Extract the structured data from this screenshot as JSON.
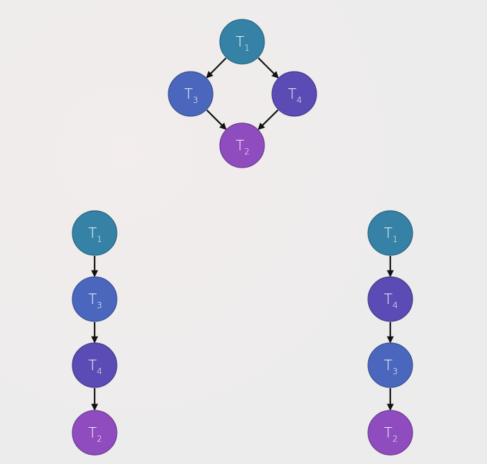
{
  "colors": {
    "T1": "#3582a6",
    "T3": "#4a67bd",
    "T4": "#5b4bb4",
    "T2": "#8e4cbe",
    "edge": "#111111"
  },
  "diagrams": [
    {
      "id": "precedence-graph",
      "nodes": [
        {
          "id": "t1",
          "letter": "T",
          "sub": "1",
          "color_key": "T1"
        },
        {
          "id": "t3",
          "letter": "T",
          "sub": "3",
          "color_key": "T3"
        },
        {
          "id": "t4",
          "letter": "T",
          "sub": "4",
          "color_key": "T4"
        },
        {
          "id": "t2",
          "letter": "T",
          "sub": "2",
          "color_key": "T2"
        }
      ],
      "edges": [
        {
          "from": "t1",
          "to": "t3"
        },
        {
          "from": "t1",
          "to": "t4"
        },
        {
          "from": "t3",
          "to": "t2"
        },
        {
          "from": "t4",
          "to": "t2"
        }
      ]
    },
    {
      "id": "serial-order-left",
      "nodes": [
        {
          "id": "t1",
          "letter": "T",
          "sub": "1",
          "color_key": "T1"
        },
        {
          "id": "t3",
          "letter": "T",
          "sub": "3",
          "color_key": "T3"
        },
        {
          "id": "t4",
          "letter": "T",
          "sub": "4",
          "color_key": "T4"
        },
        {
          "id": "t2",
          "letter": "T",
          "sub": "2",
          "color_key": "T2"
        }
      ],
      "edges": [
        {
          "from": "t1",
          "to": "t3"
        },
        {
          "from": "t3",
          "to": "t4"
        },
        {
          "from": "t4",
          "to": "t2"
        }
      ]
    },
    {
      "id": "serial-order-right",
      "nodes": [
        {
          "id": "t1",
          "letter": "T",
          "sub": "1",
          "color_key": "T1"
        },
        {
          "id": "t4",
          "letter": "T",
          "sub": "4",
          "color_key": "T4"
        },
        {
          "id": "t3",
          "letter": "T",
          "sub": "3",
          "color_key": "T3"
        },
        {
          "id": "t2",
          "letter": "T",
          "sub": "2",
          "color_key": "T2"
        }
      ],
      "edges": [
        {
          "from": "t1",
          "to": "t4"
        },
        {
          "from": "t4",
          "to": "t3"
        },
        {
          "from": "t3",
          "to": "t2"
        }
      ]
    }
  ]
}
